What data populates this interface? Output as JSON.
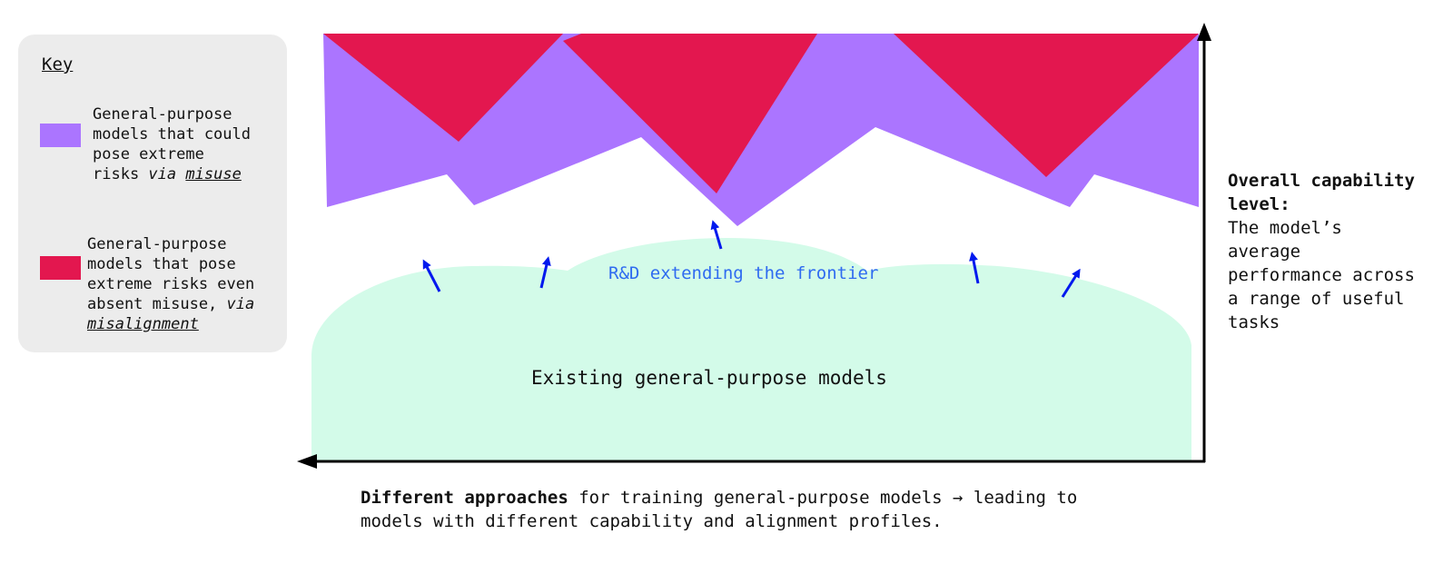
{
  "key": {
    "title": "Key",
    "misuse": {
      "color": "#ab75ff",
      "line1": "General-purpose",
      "line2": "models that could",
      "line3": "pose extreme",
      "line4_prefix": "risks ",
      "line4_via": "via",
      "line4_term": "misuse"
    },
    "misalignment": {
      "color": "#e3174f",
      "line1": "General-purpose",
      "line2": "models that pose",
      "line3": "extreme risks even",
      "line4_prefix": "absent misuse, ",
      "line4_via": "via",
      "line5_term": "misalignment"
    }
  },
  "diagram": {
    "existing_color": "#d3fbe9",
    "arrow_color": "#0019ee",
    "existing_label": "Existing general-purpose models",
    "rd_label": "R&D extending the frontier"
  },
  "y_axis": {
    "heading_line1": "Overall capability",
    "heading_line2": "level:",
    "line1": "The model’s",
    "line2": "average",
    "line3": "performance across",
    "line4": "a range of useful",
    "line5": "tasks"
  },
  "x_axis": {
    "bold": "Different approaches",
    "rest_line1": " for training general-purpose models → leading to",
    "line2": "models with different capability and alignment profiles."
  }
}
